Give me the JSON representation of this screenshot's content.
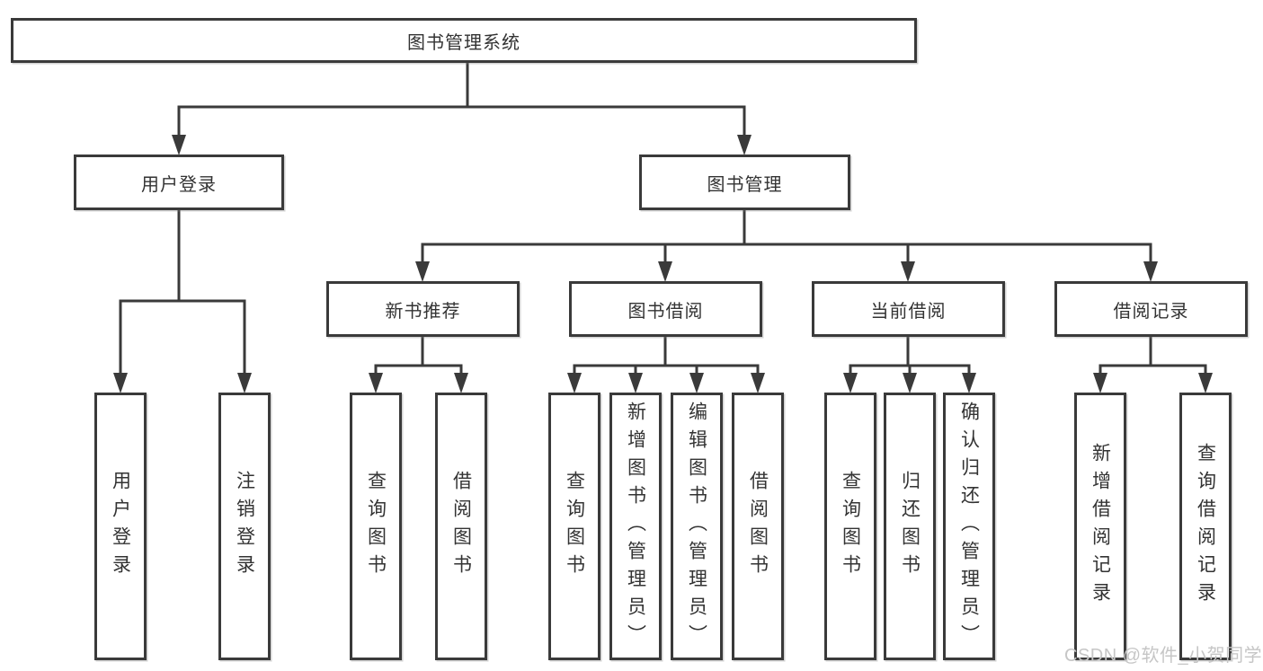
{
  "diagram_type": "tree",
  "colors": {
    "line": "#3a3a3a",
    "box_border": "#3a3a3a",
    "box_background": "#ffffff",
    "text": "#333333",
    "watermark": "#c6c6c6",
    "background": "#ffffff"
  },
  "watermark": {
    "text": "CSDN @软件_小贺同学"
  },
  "diagram": {
    "root": {
      "label": "图书管理系统",
      "children": [
        {
          "label": "用户登录",
          "children": [
            {
              "label": "用户登录"
            },
            {
              "label": "注销登录"
            }
          ]
        },
        {
          "label": "图书管理",
          "children": [
            {
              "label": "新书推荐",
              "children": [
                {
                  "label": "查询图书"
                },
                {
                  "label": "借阅图书"
                }
              ]
            },
            {
              "label": "图书借阅",
              "children": [
                {
                  "label": "查询图书"
                },
                {
                  "label": "新增图书（管理员）"
                },
                {
                  "label": "编辑图书（管理员）"
                },
                {
                  "label": "借阅图书"
                }
              ]
            },
            {
              "label": "当前借阅",
              "children": [
                {
                  "label": "查询图书"
                },
                {
                  "label": "归还图书"
                },
                {
                  "label": "确认归还（管理员）"
                }
              ]
            },
            {
              "label": "借阅记录",
              "children": [
                {
                  "label": "新增借阅记录"
                },
                {
                  "label": "查询借阅记录"
                }
              ]
            }
          ]
        }
      ]
    }
  }
}
